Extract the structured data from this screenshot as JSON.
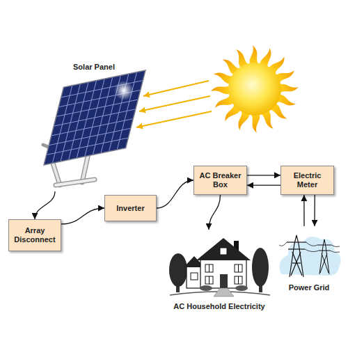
{
  "diagram": {
    "nodes": [
      {
        "text": [
          "Solar Panel"
        ]
      },
      {
        "text": [
          "AC Breaker Box"
        ]
      },
      {
        "text": [
          "Electric Meter"
        ]
      },
      {
        "text": [
          "Inverter"
        ]
      },
      {
        "text": [
          "Array Disconnect"
        ]
      },
      {
        "text": [
          "AC Household Electricity"
        ]
      },
      {
        "text": [
          "Power Grid"
        ]
      }
    ],
    "edges": [
      {
        "from": 0,
        "to": 4,
        "arrow": "to"
      },
      {
        "from": 4,
        "to": 3,
        "arrow": "to"
      },
      {
        "from": 3,
        "to": 1,
        "arrow": "to"
      },
      {
        "from": 1,
        "to": 2,
        "arrow": "to"
      },
      {
        "from": 2,
        "to": 1,
        "arrow": "to"
      },
      {
        "from": 1,
        "to": 5,
        "arrow": "to"
      },
      {
        "from": 2,
        "to": 6,
        "arrow": "to"
      },
      {
        "from": 6,
        "to": 2,
        "arrow": "to"
      }
    ]
  }
}
